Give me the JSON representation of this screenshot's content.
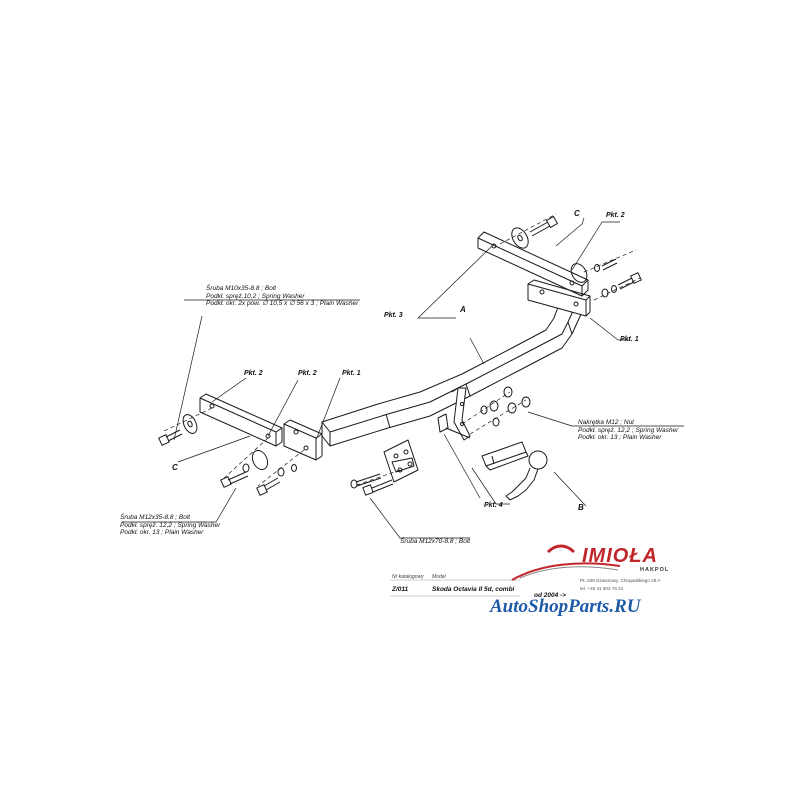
{
  "callouts": {
    "pkt2_top": "Pkt. 2",
    "pkt3": "Pkt. 3",
    "pkt1_right": "Pkt. 1",
    "pkt2_left_a": "Pkt. 2",
    "pkt2_left_b": "Pkt. 2",
    "pkt1_left": "Pkt. 1",
    "pkt4": "Pkt. 4",
    "letter_a": "A",
    "letter_b": "B",
    "letter_c_top": "C",
    "letter_c_left": "C"
  },
  "notes": {
    "bolt_m10": {
      "line1": "Śruba M10x35-8.8 ;  Bolt",
      "line2": "Podkł. spręż.10,2 ;  Spring Washer",
      "line3": "Podkł. okr. 2x pow.  ∅ 10,5 x ∅ 56 x 3 ;  Plain Washer"
    },
    "nut_m12": {
      "line1": "Nakrętka  M12 ;  Nut",
      "line2": "Podkł. spręż. 12,2 ;  Spring Washer",
      "line3": "Podkł. okr. 13 ;  Plain Washer"
    },
    "bolt_m12x35": {
      "line1": "Śruba M12x35-8.8 ;  Bolt",
      "line2": "Podkł. spręż. 12,2 ;  Spring Washer",
      "line3": "Podkł. okr. 13 ;  Plain Washer"
    },
    "bolt_m12x70": {
      "line1": "Śruba M12x70-8.8 ;  Bolt"
    }
  },
  "title_block": {
    "number_caption": "Nr katalogowy",
    "number_value": "Z/011",
    "model_caption": "Model",
    "model_value": "Skoda Octavia II 5d, combi",
    "year_value": "od  2004 ->"
  },
  "branding": {
    "logo_text": "IMIOŁA",
    "logo_sub": "HAKPOL",
    "address_line1": "PL-338 Dzwonowy, Chrapalskiego 28 A",
    "address_line2": "tel. +48 41 604 78 31",
    "watermark": "AutoShopParts.RU"
  },
  "colors": {
    "line": "#1a1a1a",
    "logo_red": "#c0262b",
    "watermark_blue": "#1e5aa8"
  }
}
